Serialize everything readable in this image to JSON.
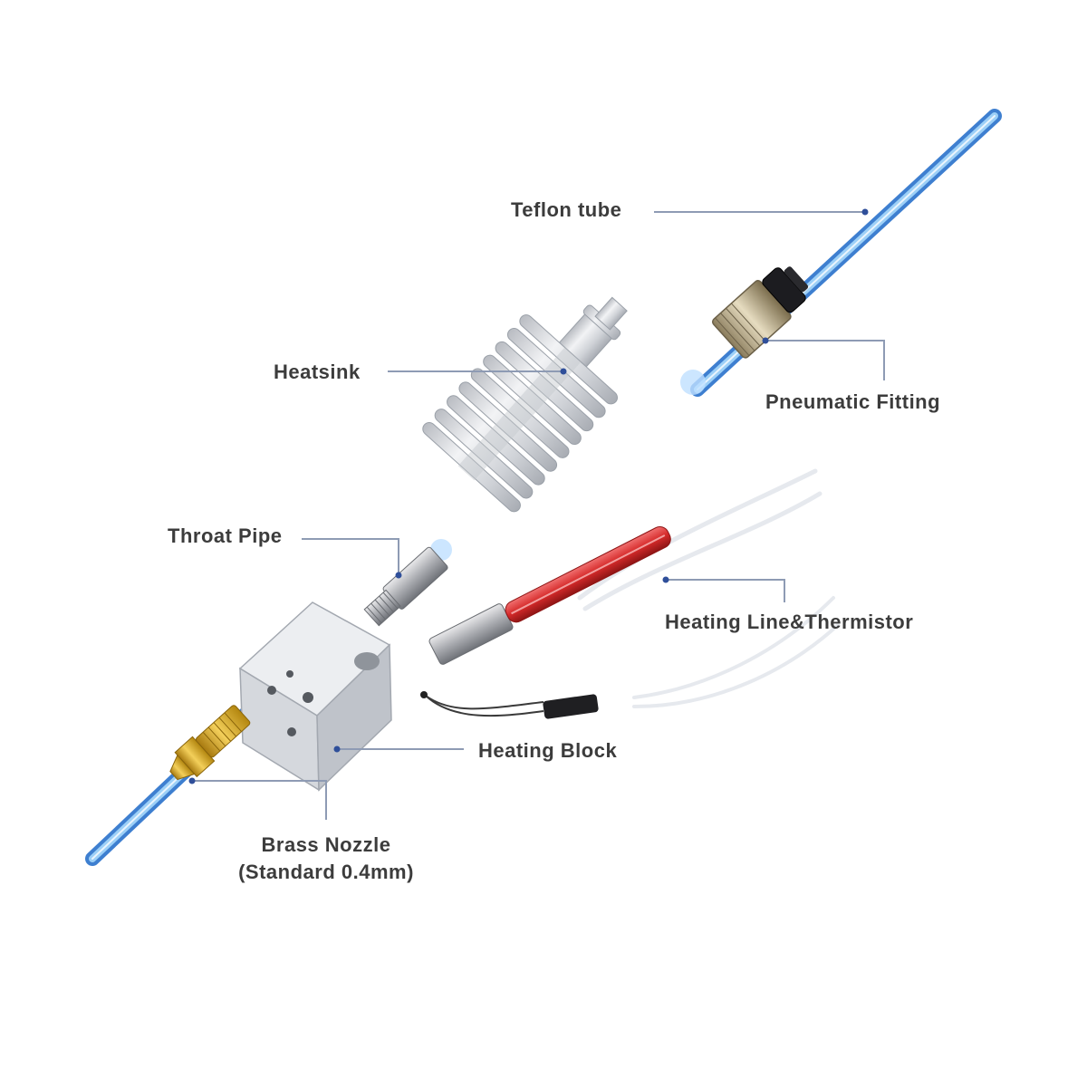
{
  "title": "Hotend assembly exploded view",
  "colors": {
    "leader_line": "#8e9bb4",
    "leader_dot": "#2f4f9a",
    "filament": "#5aa6e8",
    "aluminum": "#d7d9dd",
    "brass": "#d7a21c",
    "heater": "#d62a2a",
    "text": "#3c3c3c"
  },
  "labels": {
    "teflon_tube": "Teflon tube",
    "heatsink": "Heatsink",
    "pneumatic_fitting": "Pneumatic Fitting",
    "throat_pipe": "Throat Pipe",
    "heating_line": "Heating Line&Thermistor",
    "heating_block": "Heating Block",
    "brass_nozzle": "Brass Nozzle",
    "nozzle_size": "(Standard 0.4mm)"
  }
}
